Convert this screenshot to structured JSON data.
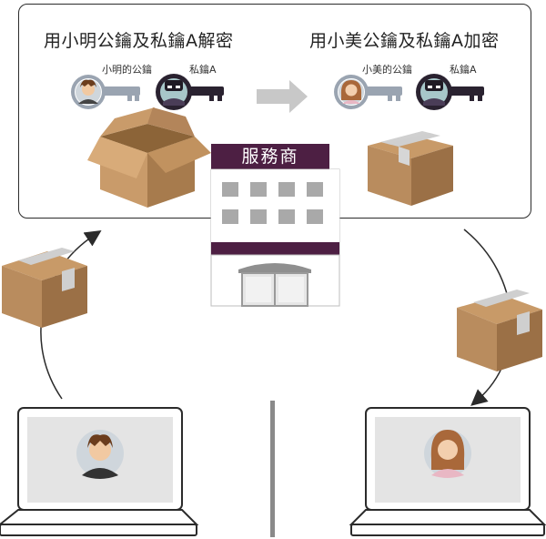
{
  "left_title": "用小明公鑰及私鑰A解密",
  "right_title": "用小美公鑰及私鑰A加密",
  "left_keys": {
    "public_label": "小明的公鑰",
    "private_label": "私鑰A"
  },
  "right_keys": {
    "public_label": "小美的公鑰",
    "private_label": "私鑰A"
  },
  "server_label": "服務商",
  "colors": {
    "box": "#b98c5e",
    "box_dark": "#9b7046",
    "tape": "#c9c9c9",
    "building_purple": "#4d1f43",
    "key": "#9aa4b1",
    "arrow": "#c8c8c8"
  }
}
